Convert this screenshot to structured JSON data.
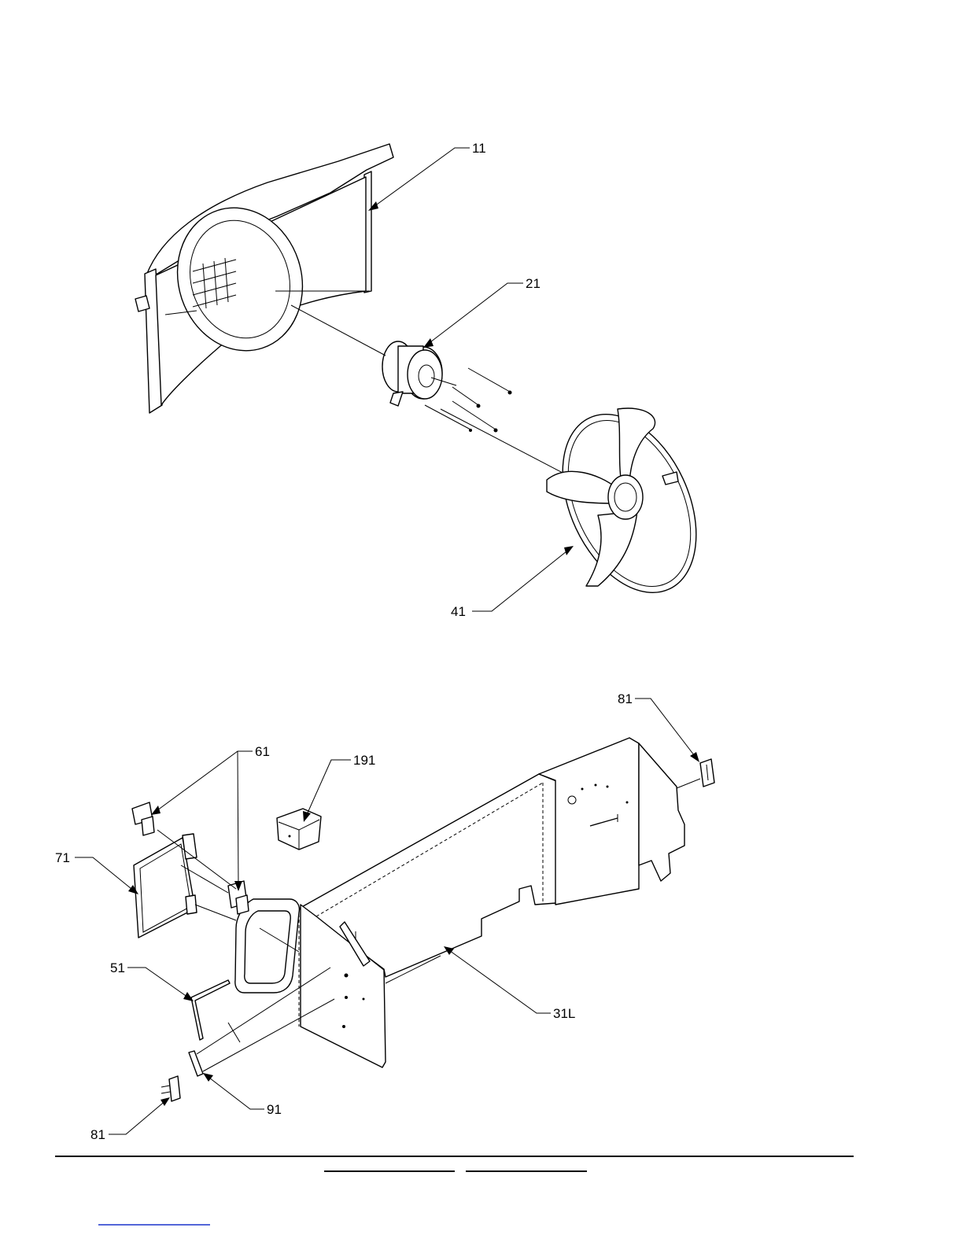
{
  "page": {
    "background": "#ffffff",
    "ink_color": "#000000",
    "footer_link_color": "#1a33cc"
  },
  "callouts": {
    "top": {
      "c11": "11",
      "c21": "21",
      "c41": "41"
    },
    "bottom": {
      "c81_upper": "81",
      "c61": "61",
      "c191": "191",
      "c71": "71",
      "c51": "51",
      "c31l": "31L",
      "c91": "91",
      "c81_lower": "81"
    }
  }
}
